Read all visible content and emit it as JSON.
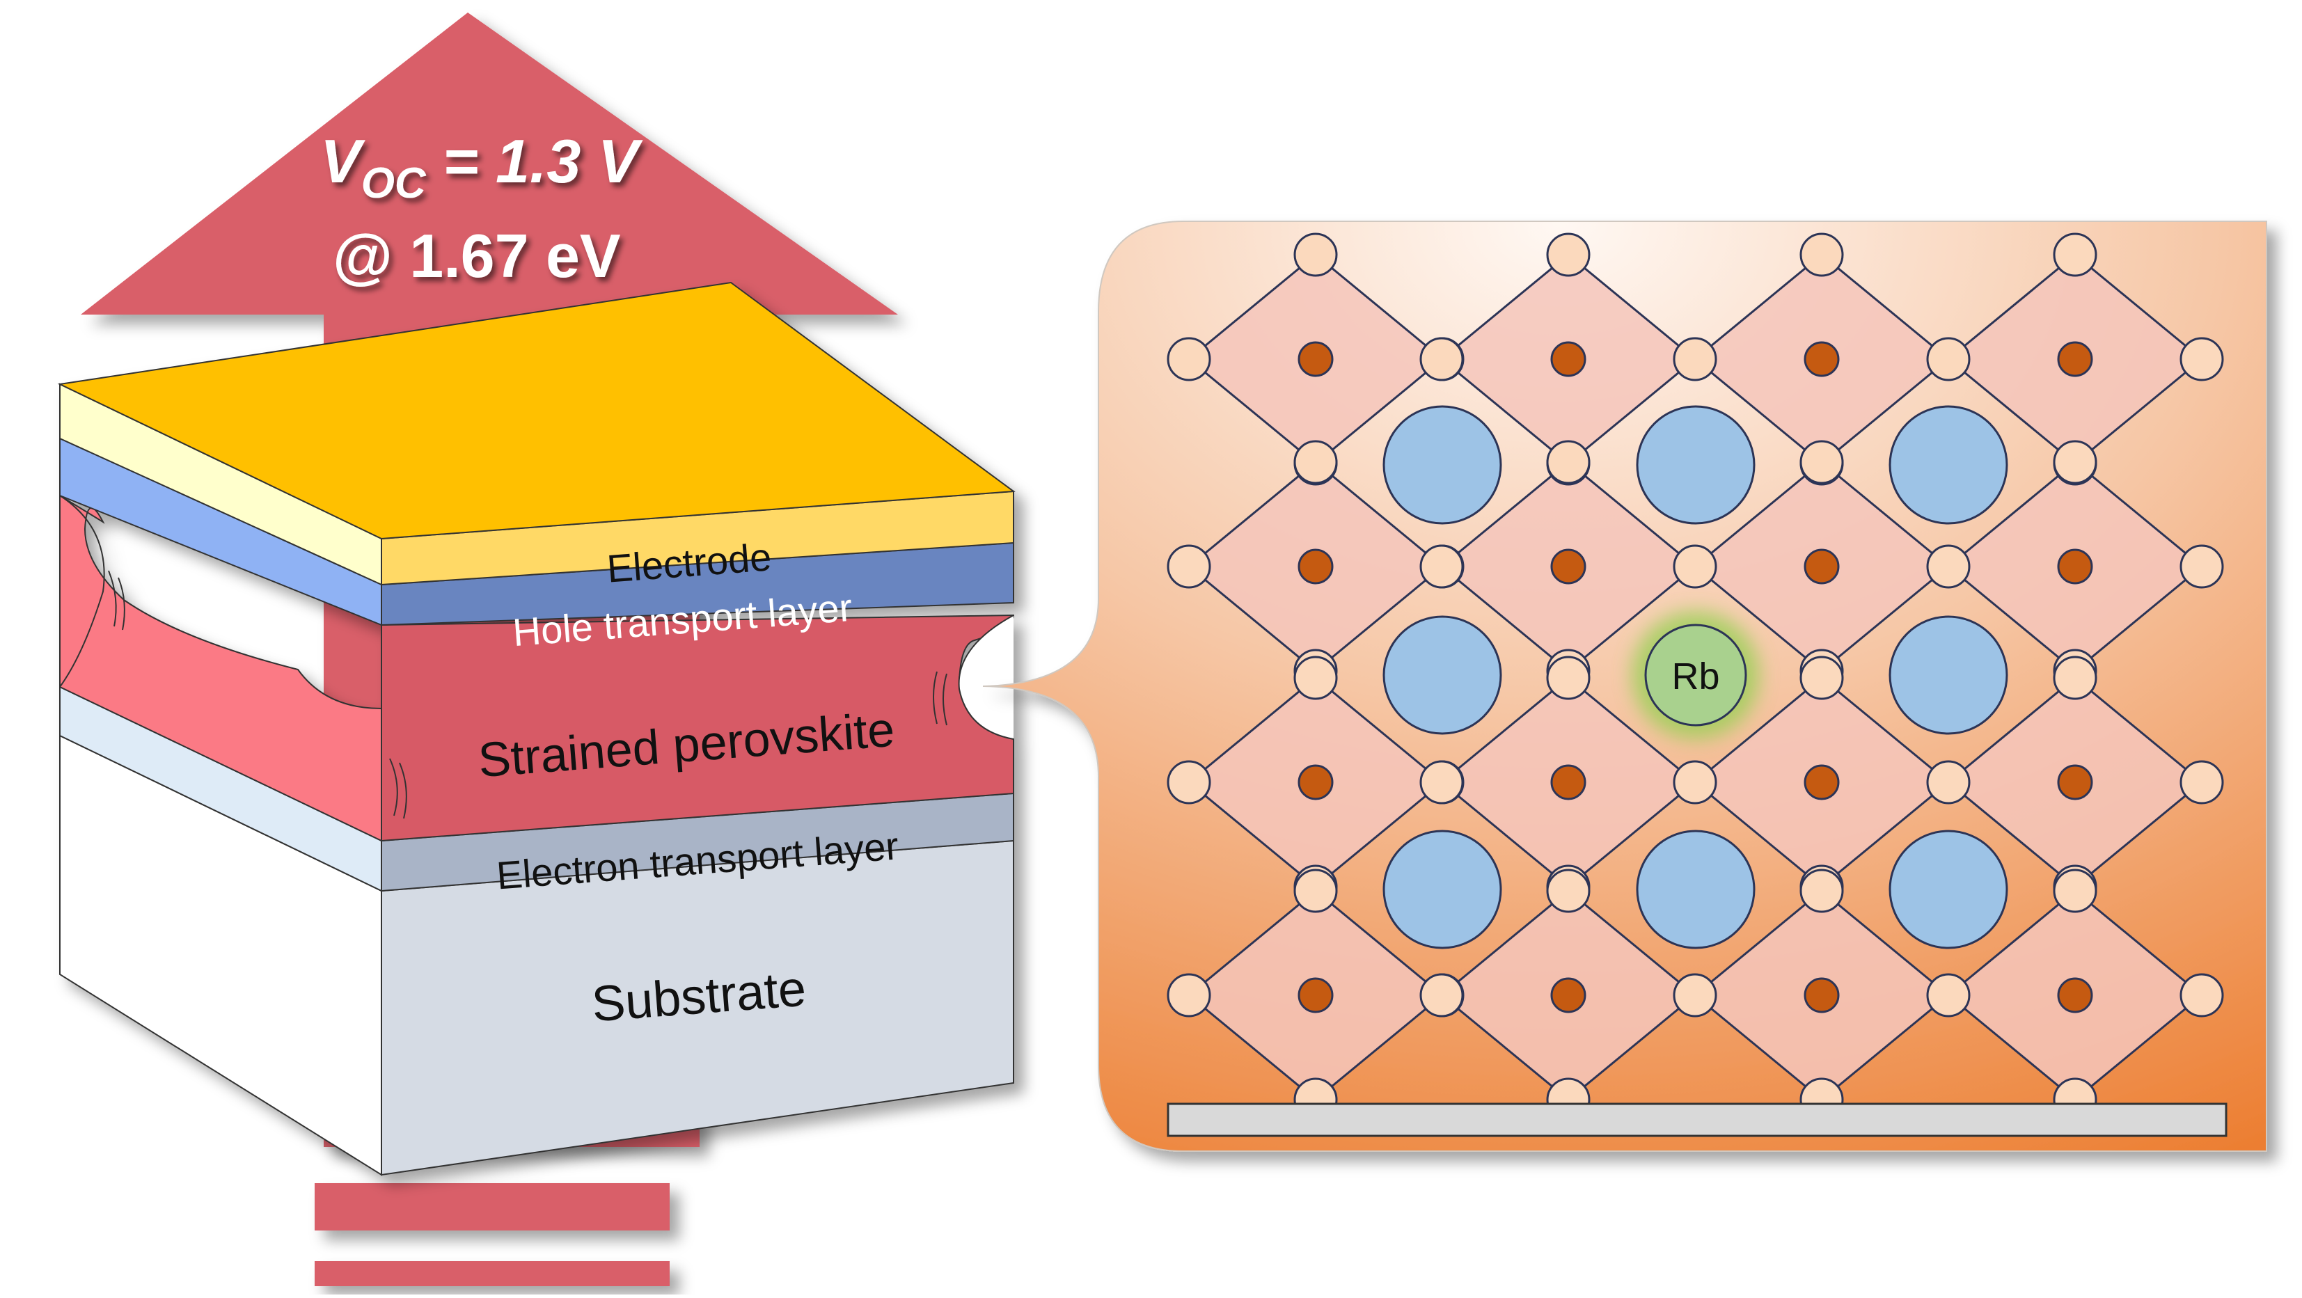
{
  "arrow": {
    "voc_symbol": "V",
    "voc_subscript": "OC",
    "voc_value": " = 1.3 V",
    "bandgap": "@ 1.67 eV",
    "color": "#d95f69"
  },
  "stack": {
    "layers": [
      {
        "key": "electrode",
        "label": "Electrode",
        "color": "#ffc000"
      },
      {
        "key": "htl",
        "label": "Hole transport layer",
        "color": "#6985c0"
      },
      {
        "key": "perovskite",
        "label": "Strained perovskite",
        "color": "#d75a66"
      },
      {
        "key": "etl",
        "label": "Electron transport layer",
        "color": "#a9b4c7"
      },
      {
        "key": "substrate",
        "label": "Substrate",
        "color": "#d5dbe4"
      }
    ]
  },
  "lattice": {
    "dopant_label": "Rb",
    "colors": {
      "panel_edge": "#ec7c2e",
      "panel_center": "#fff5ef",
      "octahedron_fill": "#f4c6bb",
      "octahedron_stroke": "#2c3456",
      "anion": "#fbd9bd",
      "b_site": "#c55a11",
      "a_site": "#9dc3e6",
      "dopant": "#a9d18e",
      "dopant_glow": "#92d050",
      "base_bar": "#d9d9d9"
    }
  }
}
